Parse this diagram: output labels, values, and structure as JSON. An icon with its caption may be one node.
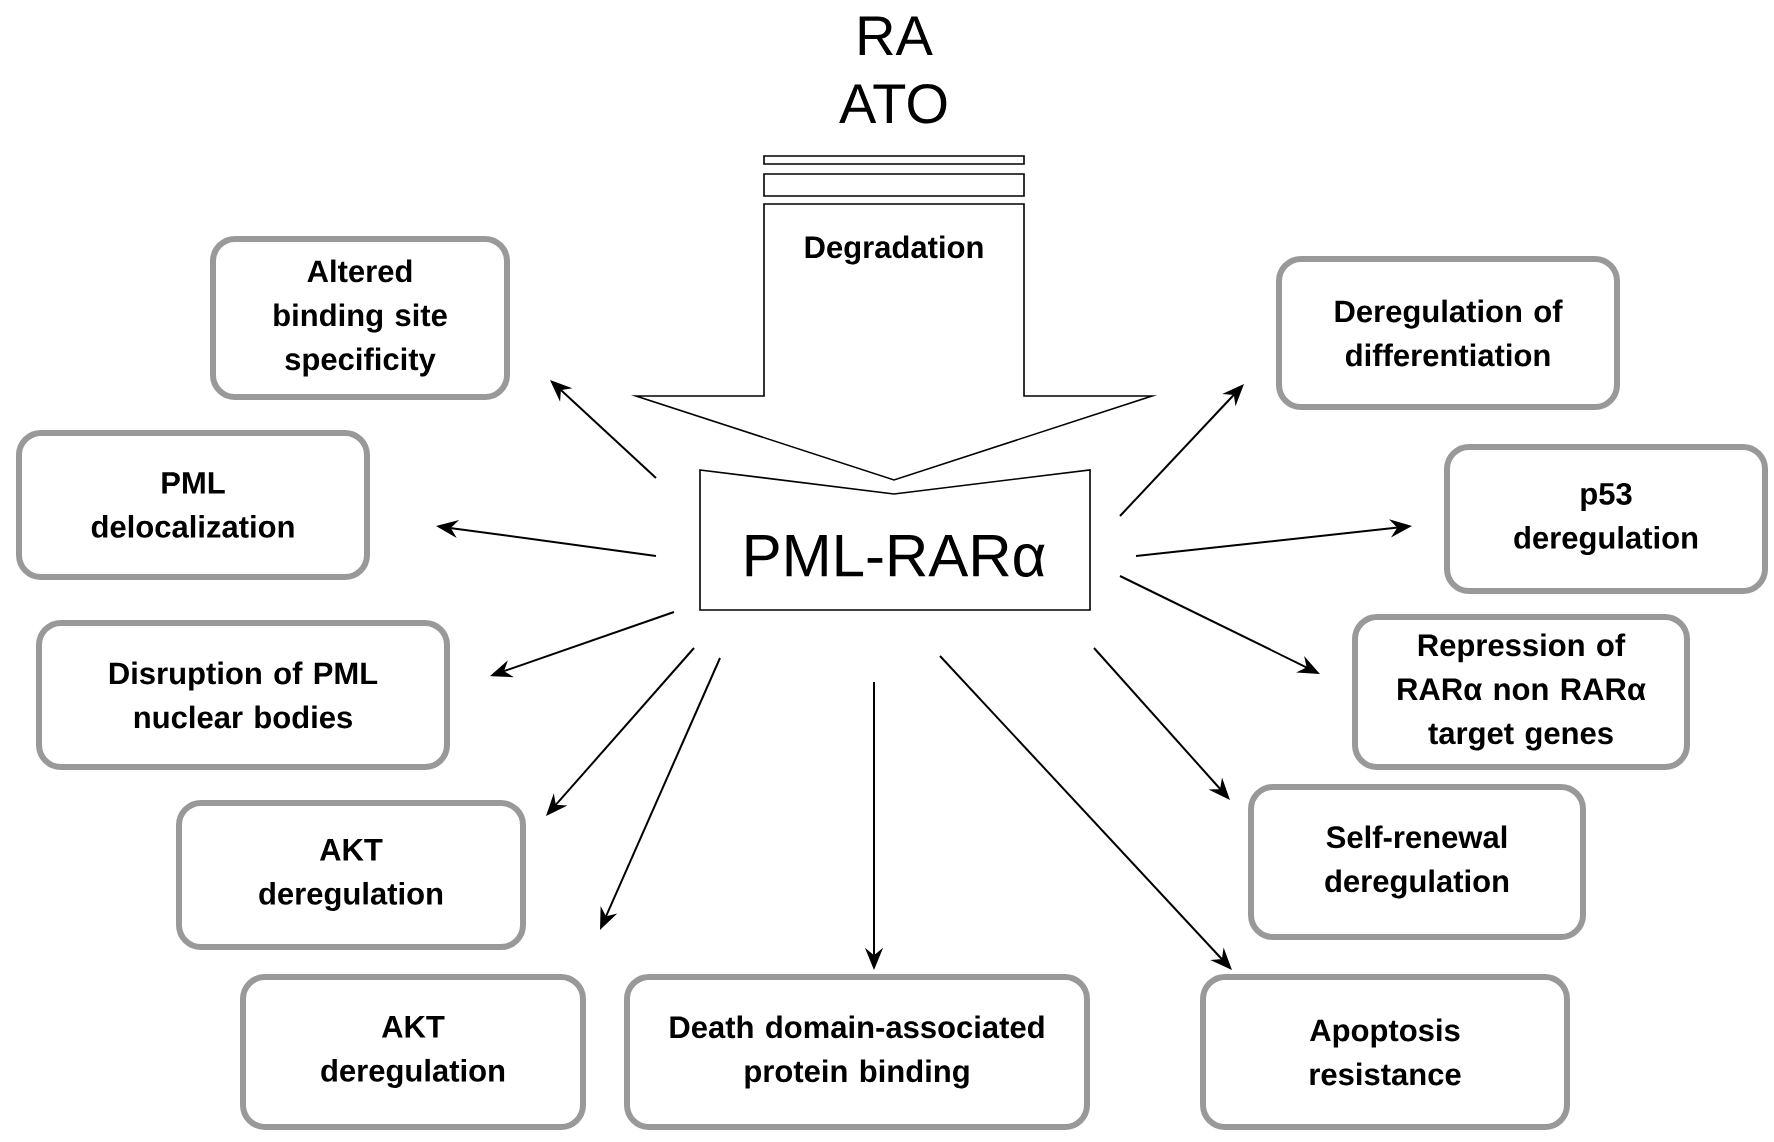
{
  "diagram": {
    "nodes": [
      {
        "text": [
          "Degradation"
        ]
      },
      {
        "text": [
          "PML-RARα"
        ]
      },
      {
        "text": [
          "Altered binding site specificity"
        ]
      },
      {
        "text": [
          "Deregulation of differentiation"
        ]
      },
      {
        "text": [
          "PML delocalization"
        ]
      },
      {
        "text": [
          "p53 deregulation"
        ]
      },
      {
        "text": [
          "Disruption of PML nuclear bodies"
        ]
      },
      {
        "text": [
          "Repression of RARα non RARα target genes"
        ]
      },
      {
        "text": [
          "AKT deregulation"
        ]
      },
      {
        "text": [
          "Self-renewal deregulation"
        ]
      },
      {
        "text": [
          "AKT deregulation"
        ]
      },
      {
        "text": [
          "Death domain-associated protein binding"
        ]
      },
      {
        "text": [
          "Apoptosis resistance"
        ]
      }
    ],
    "edges": [
      {
        "from": 1,
        "to": 2,
        "arrow": "to"
      },
      {
        "from": 1,
        "to": 3,
        "arrow": "to"
      },
      {
        "from": 1,
        "to": 4,
        "arrow": "to"
      },
      {
        "from": 1,
        "to": 5,
        "arrow": "to"
      },
      {
        "from": 1,
        "to": 6,
        "arrow": "to"
      },
      {
        "from": 1,
        "to": 7,
        "arrow": "to"
      },
      {
        "from": 1,
        "to": 8,
        "arrow": "to"
      },
      {
        "from": 1,
        "to": 9,
        "arrow": "to"
      },
      {
        "from": 1,
        "to": 10,
        "arrow": "to"
      },
      {
        "from": 1,
        "to": 11,
        "arrow": "to"
      },
      {
        "from": 1,
        "to": 12,
        "arrow": "to"
      }
    ],
    "labels": [
      "RA ATO"
    ]
  }
}
